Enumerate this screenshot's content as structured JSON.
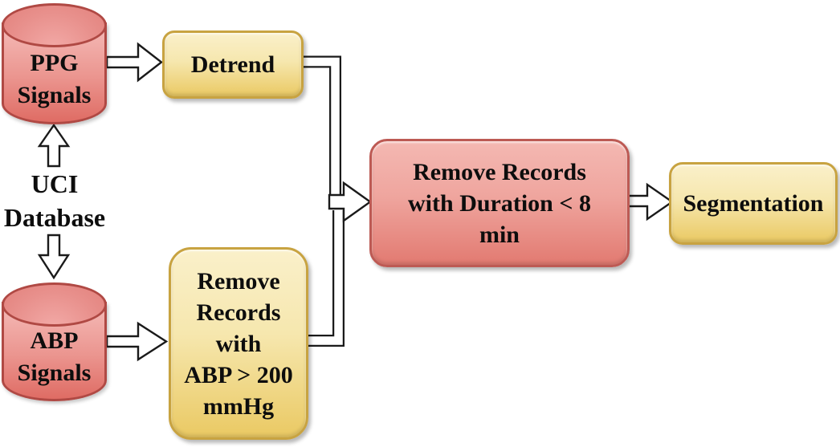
{
  "figure": {
    "type": "flowchart",
    "background": "#ffffff",
    "description": "Signal preprocessing pipeline from UCI database"
  },
  "colors": {
    "cylinder_border": "#b04944",
    "cylinder_fill_top": "#f5bcb9",
    "cylinder_fill_bottom": "#df6c64",
    "yellow_box_border": "#c8a341",
    "yellow_box_fill_top": "#faf0ca",
    "yellow_box_fill_bottom": "#eac963",
    "red_box_border": "#bd5a54",
    "red_box_fill_top": "#f4b8b2",
    "red_box_fill_bottom": "#e27a71",
    "arrow_outline": "#1a1a1a",
    "arrow_fill": "#ffffff",
    "text": "#0d0d0d"
  },
  "nodes": {
    "uci": {
      "label": "UCI Database",
      "lines": [
        "UCI",
        "Database"
      ],
      "shape": "text"
    },
    "ppg": {
      "label": "PPG Signals",
      "lines": [
        "PPG",
        "Signals"
      ],
      "shape": "cylinder"
    },
    "abp": {
      "label": "ABP Signals",
      "lines": [
        "ABP",
        "Signals"
      ],
      "shape": "cylinder"
    },
    "detrend": {
      "label": "Detrend",
      "shape": "rounded-box"
    },
    "remove_abp": {
      "label": "Remove Records with ABP > 200 mmHg",
      "lines": [
        "Remove",
        "Records",
        "with",
        "ABP > 200",
        "mmHg"
      ],
      "shape": "rounded-box"
    },
    "remove_duration": {
      "label": "Remove Records with Duration < 8 min",
      "lines": [
        "Remove Records",
        "with Duration < 8",
        "min"
      ],
      "shape": "rounded-box"
    },
    "segmentation": {
      "label": "Segmentation",
      "shape": "rounded-box"
    }
  },
  "edges": [
    {
      "from": "UCI Database",
      "to": "PPG Signals"
    },
    {
      "from": "UCI Database",
      "to": "ABP Signals"
    },
    {
      "from": "PPG Signals",
      "to": "Detrend"
    },
    {
      "from": "ABP Signals",
      "to": "Remove Records with ABP > 200 mmHg"
    },
    {
      "from": "Detrend",
      "to": "Remove Records with Duration < 8 min"
    },
    {
      "from": "Remove Records with ABP > 200 mmHg",
      "to": "Remove Records with Duration < 8 min"
    },
    {
      "from": "Remove Records with Duration < 8 min",
      "to": "Segmentation"
    }
  ]
}
